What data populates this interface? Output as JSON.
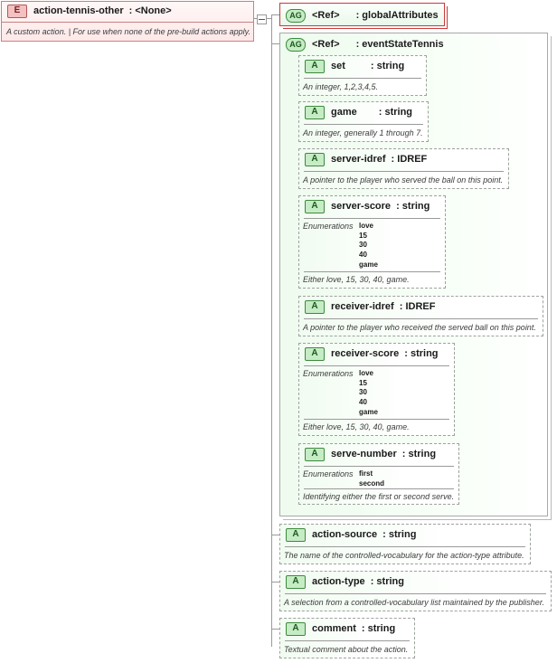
{
  "element": {
    "badge": "E",
    "name": "action-tennis-other",
    "type": ": <None>",
    "doc": "A custom action. | For use when none of the pre-build actions apply."
  },
  "ag_ref": {
    "badge": "AG",
    "label": "<Ref>",
    "name": ": globalAttributes"
  },
  "ag_group": {
    "badge": "AG",
    "label": "<Ref>",
    "name": ": eventStateTennis",
    "attributes": [
      {
        "badge": "A",
        "name": "set",
        "type": ": string",
        "doc": "An integer, 1,2,3,4,5."
      },
      {
        "badge": "A",
        "name": "game",
        "type": ": string",
        "doc": "An integer, generally 1 through 7."
      },
      {
        "badge": "A",
        "name": "server-idref",
        "type": ": IDREF",
        "doc": "A pointer to the player who served the ball on this point."
      },
      {
        "badge": "A",
        "name": "server-score",
        "type": ": string",
        "enum_label": "Enumerations",
        "enums": [
          "love",
          "15",
          "30",
          "40",
          "game"
        ],
        "doc": "Either love, 15, 30, 40, game."
      },
      {
        "badge": "A",
        "name": "receiver-idref",
        "type": ": IDREF",
        "doc": "A pointer to the player who received the served ball on this point."
      },
      {
        "badge": "A",
        "name": "receiver-score",
        "type": ": string",
        "enum_label": "Enumerations",
        "enums": [
          "love",
          "15",
          "30",
          "40",
          "game"
        ],
        "doc": "Either love, 15, 30, 40, game."
      },
      {
        "badge": "A",
        "name": "serve-number",
        "type": ": string",
        "enum_label": "Enumerations",
        "enums": [
          "first",
          "second"
        ],
        "doc": "Identifying either the first or second serve."
      }
    ]
  },
  "attributes": [
    {
      "badge": "A",
      "name": "action-source",
      "type": ": string",
      "doc": "The name of the controlled-vocabulary for the action-type attribute."
    },
    {
      "badge": "A",
      "name": "action-type",
      "type": ": string",
      "doc": "A selection from a controlled-vocabulary list maintained by the publisher."
    },
    {
      "badge": "A",
      "name": "comment",
      "type": ": string",
      "doc": "Textual comment about the action."
    }
  ]
}
